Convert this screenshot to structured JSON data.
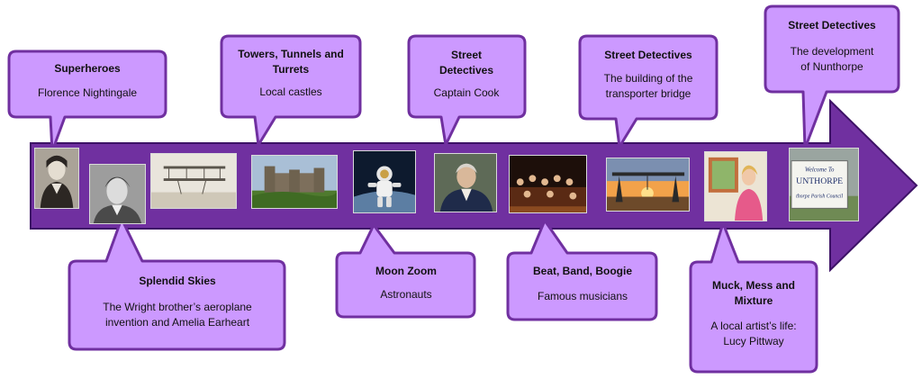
{
  "colors": {
    "arrow_fill": "#7030a0",
    "arrow_stroke": "#3d1266",
    "callout_fill": "#cc99ff",
    "callout_stroke": "#7030a0"
  },
  "callouts": [
    {
      "title": "Superheroes",
      "body": "Florence Nightingale"
    },
    {
      "title": "Towers, Tunnels and   Turrets",
      "body": "Local castles"
    },
    {
      "title": "Street Detectives",
      "body": "Captain Cook"
    },
    {
      "title": "Street Detectives",
      "body": "The building of the transporter bridge"
    },
    {
      "title": "Street Detectives",
      "body": "The development of Nunthorpe"
    },
    {
      "title": "Splendid Skies",
      "body": "The Wright brother’s aeroplane invention and Amelia Earheart"
    },
    {
      "title": "Moon Zoom",
      "body": "Astronauts"
    },
    {
      "title": "Beat, Band, Boogie",
      "body": "Famous musicians"
    },
    {
      "title": "Muck, Mess and Mixture",
      "body": "A local artist’s life: Lucy Pittway"
    }
  ],
  "photos": [
    {
      "subject": "florence-nightingale-portrait"
    },
    {
      "subject": "amelia-earhart-portrait"
    },
    {
      "subject": "wright-flyer-aeroplane"
    },
    {
      "subject": "castle"
    },
    {
      "subject": "astronaut"
    },
    {
      "subject": "captain-cook-portrait"
    },
    {
      "subject": "orchestra"
    },
    {
      "subject": "transporter-bridge"
    },
    {
      "subject": "artist-painting"
    },
    {
      "subject": "welcome-to-nunthorpe-sign",
      "sign_lines": [
        "Welcome To",
        "UNTHORPE",
        "thorpe Parish Council"
      ]
    }
  ]
}
